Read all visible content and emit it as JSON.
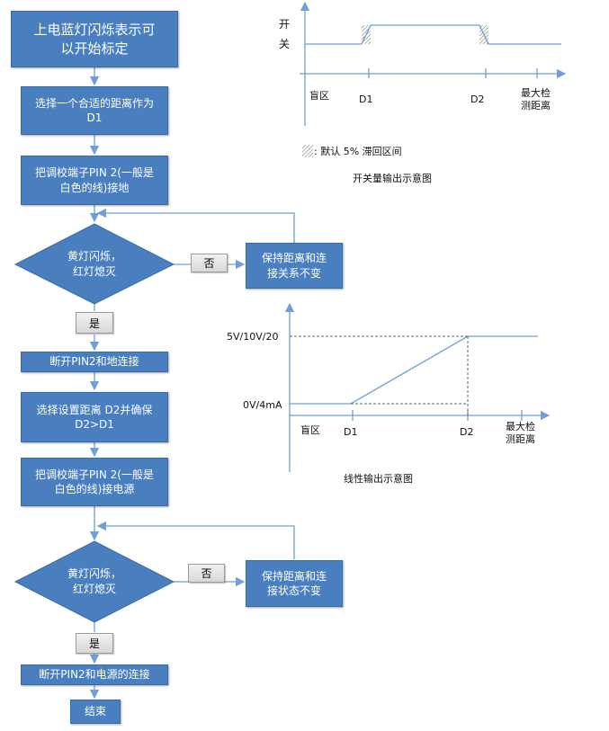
{
  "colors": {
    "box_fill": "#4a7fbf",
    "line": "#6f9fd6",
    "dashed": "#666666"
  },
  "flow": {
    "start": "上电蓝灯闪烁表示可\n以开始标定",
    "step1": "选择一个合适的距离作为\nD1",
    "step2": "把调校端子PIN 2(一般是\n白色的线)接地",
    "decision1": "黄灯闪烁，\n红灯熄灭",
    "no1": "否",
    "keep1": "保持距离和连\n接关系不变",
    "yes1": "是",
    "step3": "断开PIN2和地连接",
    "step4": "选择设置距离 D2并确保\nD2>D1",
    "step5": "把调校端子PIN 2(一般是\n白色的线)接电源",
    "decision2": "黄灯闪烁，\n红灯熄灭",
    "no2": "否",
    "keep2": "保持距离和连\n接状态不变",
    "yes2": "是",
    "step6": "断开PIN2和电源的连接",
    "end": "结束"
  },
  "switch_chart": {
    "y_high": "开",
    "y_low": "关",
    "blind": "盲区",
    "d1": "D1",
    "d2": "D2",
    "max": "最大检\n测距离",
    "legend": ": 默认 5% 滞回区间",
    "title": "开关量输出示意图"
  },
  "linear_chart": {
    "y_high": "5V/10V/20",
    "y_low": "0V/4mA",
    "blind": "盲区",
    "d1": "D1",
    "d2": "D2",
    "max": "最大检\n测距离",
    "title": "线性输出示意图"
  }
}
